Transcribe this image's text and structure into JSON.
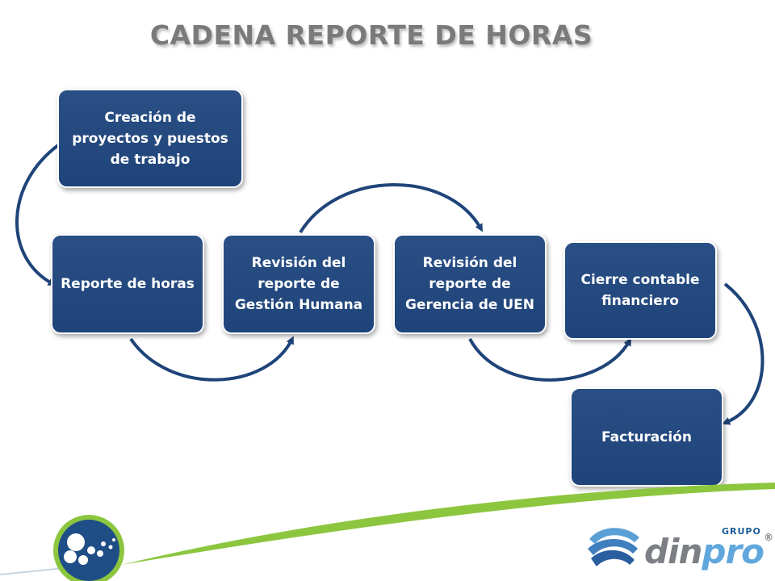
{
  "title": "CADENA REPORTE DE HORAS",
  "nodes": {
    "creacion": "Creación de proyectos y puestos de trabajo",
    "reporte": "Reporte de horas",
    "revision_gh": "Revisión del reporte de Gestión Humana",
    "revision_uen": "Revisión del reporte de Gerencia de UEN",
    "cierre": "Cierre contable financiero",
    "facturacion": "Facturación"
  },
  "brand": {
    "grupo": "GRUPO",
    "name_part1": "din",
    "name_part2": "pro",
    "registered": "®"
  },
  "colors": {
    "node_fill": "#1f4479",
    "arrow": "#1f4479",
    "title": "#7a7a7a",
    "green_swoosh": "#8cc63f",
    "brand_gray": "#7c7f83",
    "brand_blue": "#5fa7dd"
  }
}
